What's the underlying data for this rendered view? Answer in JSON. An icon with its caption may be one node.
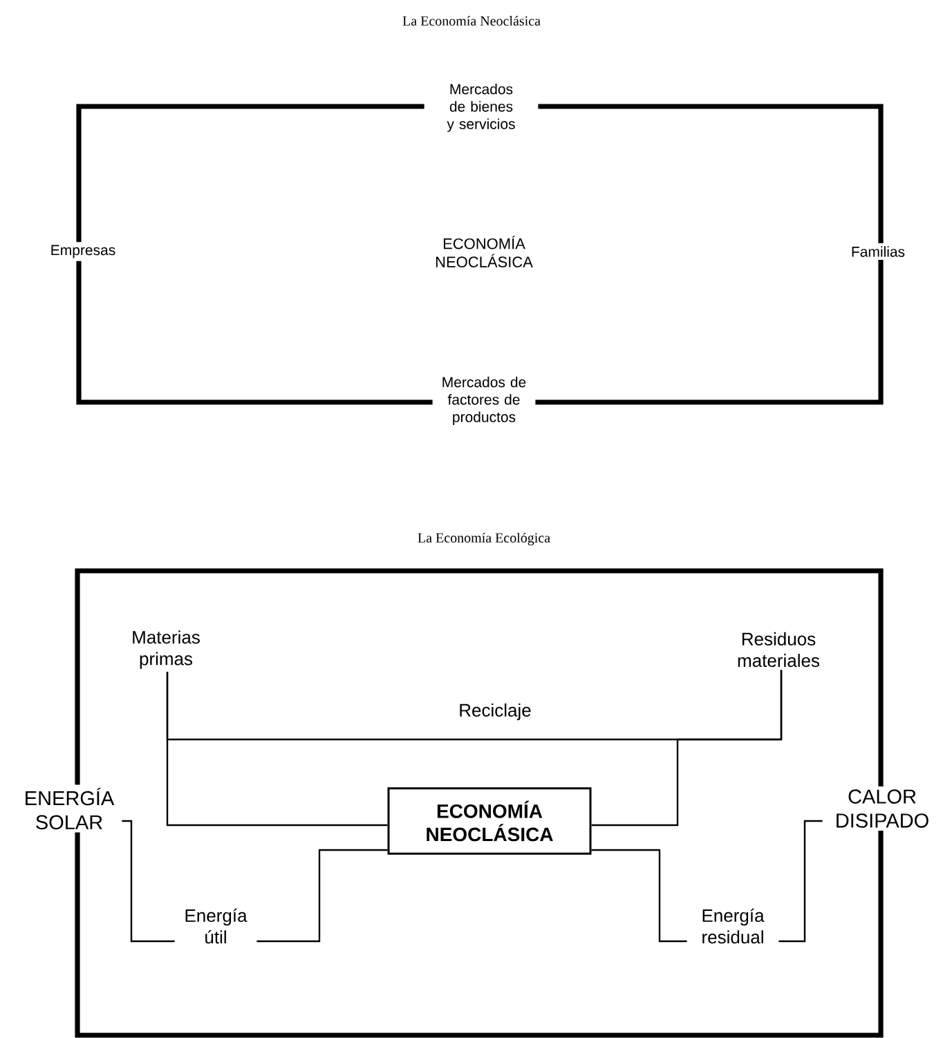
{
  "diagram": {
    "nodes": [
      {
        "text": [
          "Mercados de bienes y servicios"
        ]
      },
      {
        "text": [
          "Empresas"
        ]
      },
      {
        "text": [
          "Familias"
        ]
      },
      {
        "text": [
          "Mercados de factores de productos"
        ]
      },
      {
        "text": [
          "Materias primas"
        ]
      },
      {
        "text": [
          "Residuos materiales"
        ]
      },
      {
        "text": [
          "ENERGÍA SOLAR"
        ]
      },
      {
        "text": [
          "ECONOMÍA NEOCLÁSICA"
        ]
      },
      {
        "text": [
          "CALOR DISIPADO"
        ]
      },
      {
        "text": [
          "Energía útil"
        ]
      },
      {
        "text": [
          "Energía residual"
        ]
      }
    ],
    "edges": [
      {
        "from": 1,
        "to": 0,
        "arrow": "none",
        "style": "thick"
      },
      {
        "from": 0,
        "to": 2,
        "arrow": "none",
        "style": "thick"
      },
      {
        "from": 1,
        "to": 3,
        "arrow": "none",
        "style": "thick"
      },
      {
        "from": 3,
        "to": 2,
        "arrow": "none",
        "style": "thick"
      },
      {
        "from": 6,
        "to": 8,
        "arrow": "none",
        "style": "thick"
      },
      {
        "from": 6,
        "to": 8,
        "arrow": "none",
        "style": "thick"
      },
      {
        "from": 4,
        "to": 5,
        "arrow": "none",
        "label": "Reciclaje"
      },
      {
        "from": 4,
        "to": 7,
        "arrow": "none"
      },
      {
        "from": 7,
        "to": 5,
        "arrow": "none"
      },
      {
        "from": 6,
        "to": 9,
        "arrow": "none"
      },
      {
        "from": 9,
        "to": 7,
        "arrow": "none"
      },
      {
        "from": 7,
        "to": 10,
        "arrow": "none"
      },
      {
        "from": 10,
        "to": 8,
        "arrow": "none"
      }
    ],
    "labels": [
      "La Economía Neoclásica",
      "ECONOMÍA NEOCLÁSICA",
      "La Economía Ecológica"
    ]
  }
}
